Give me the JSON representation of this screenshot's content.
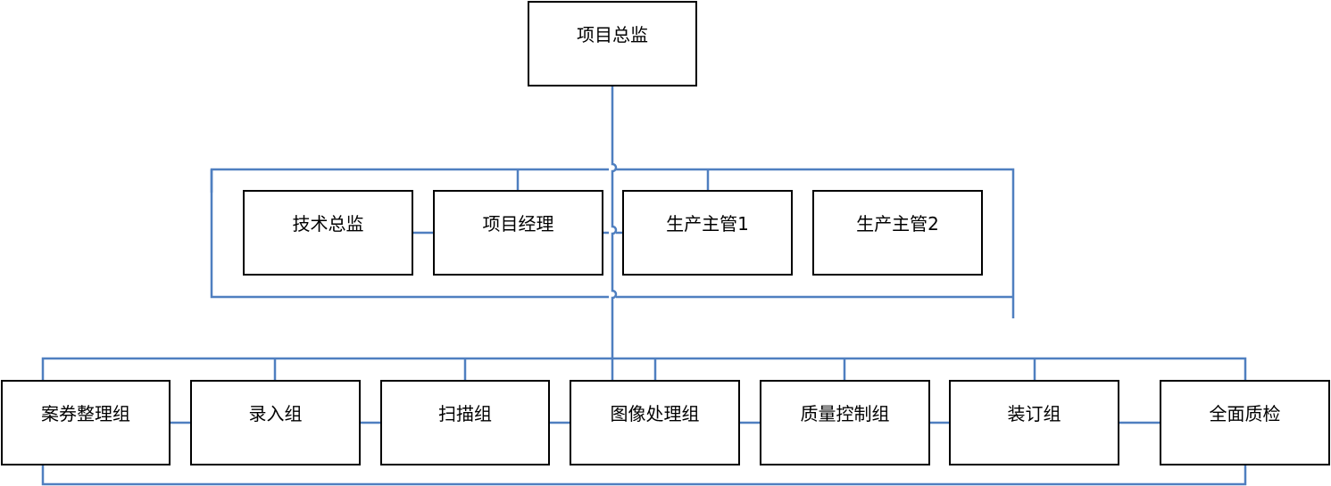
{
  "diagram": {
    "line_color": "#4f7fc0",
    "box_border_color": "#000000",
    "top": {
      "label": "项目总监"
    },
    "middle": [
      {
        "label": "技术总监"
      },
      {
        "label": "项目经理"
      },
      {
        "label": "生产主管1"
      },
      {
        "label": "生产主管2"
      }
    ],
    "bottom": [
      {
        "label": "案券整理组"
      },
      {
        "label": "录入组"
      },
      {
        "label": "扫描组"
      },
      {
        "label": "图像处理组"
      },
      {
        "label": "质量控制组"
      },
      {
        "label": "装订组"
      },
      {
        "label": "全面质检"
      }
    ]
  }
}
